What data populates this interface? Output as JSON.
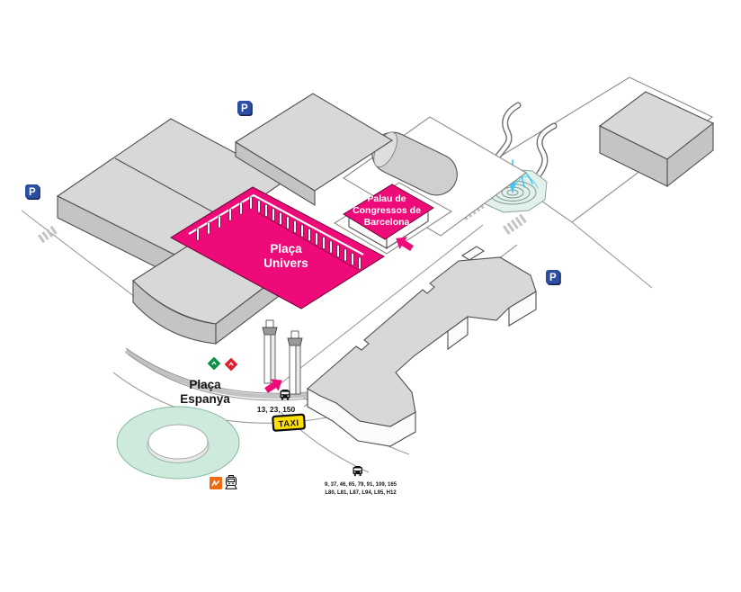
{
  "colors": {
    "highlight_pink": "#ee0a78",
    "parking_blue": "#2b4ea2",
    "taxi_yellow": "#ffdf00",
    "ring_green": "#cdeadd",
    "water_cyan": "#3fc6f0",
    "fgc_orange": "#ef6a10",
    "metro_green": "#0a8f43",
    "metro_red": "#e01f2d",
    "building_gray": "#d8d8d8"
  },
  "labels": {
    "parking_letter": "P",
    "placa_univers": {
      "line1": "Plaça",
      "line2": "Univers"
    },
    "palau_congressos": {
      "line1": "Palau de",
      "line2": "Congressos de",
      "line3": "Barcelona"
    },
    "placa_espanya": {
      "line1": "Plaça",
      "line2": "Espanya"
    }
  },
  "transport": {
    "taxi_label": "TAXI",
    "entrance_bus_routes": "13, 23, 150",
    "gran_via_bus_routes_line1": "9, 37, 46, 65, 79, 91, 109, 165",
    "gran_via_bus_routes_line2": "L80, L81, L87, L94, L95, H12"
  },
  "icons": {
    "parking": "parking-icon",
    "bus": "bus-icon",
    "train": "train-icon",
    "fgc": "fgc-railway-icon",
    "metro_green": "metro-line-green-icon",
    "metro_red": "metro-line-red-icon",
    "taxi": "taxi-sign",
    "fountain": "magic-fountain",
    "route_arrow": "route-arrow-icon"
  }
}
